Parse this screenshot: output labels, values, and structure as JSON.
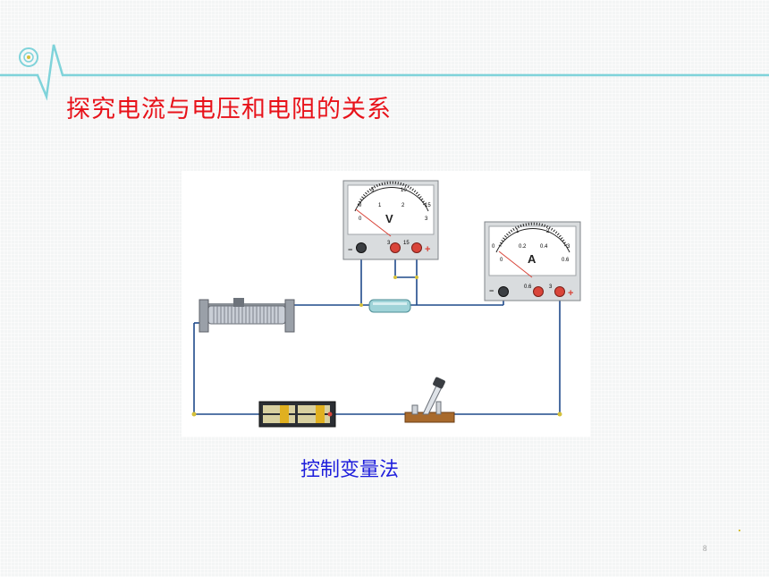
{
  "slide": {
    "title": "探究电流与电压和电阻的关系",
    "caption": "控制变量法",
    "page_number": "8"
  },
  "colors": {
    "title": "#e8121a",
    "caption": "#1e1edc",
    "accent_line": "#7fd3da",
    "wire": "#1f4a8a",
    "terminal_red": "#d9453a"
  },
  "voltmeter": {
    "unit_letter": "V",
    "upper_scale": [
      "0",
      "5",
      "10",
      "15"
    ],
    "lower_scale": [
      "0",
      "1",
      "2",
      "3"
    ],
    "neg_label": "−",
    "pos_label": "+",
    "terminal_labels": [
      "3",
      "15"
    ]
  },
  "ammeter": {
    "unit_letter": "A",
    "upper_scale": [
      "0",
      "1",
      "2",
      "3"
    ],
    "lower_scale": [
      "0",
      "0.2",
      "0.4",
      "0.6"
    ],
    "neg_label": "−",
    "pos_label": "+",
    "terminal_labels": [
      "0.6",
      "3"
    ]
  },
  "icons": [
    "slide-logo-icon",
    "rheostat-icon",
    "resistor-icon",
    "battery-icon",
    "switch-icon"
  ]
}
